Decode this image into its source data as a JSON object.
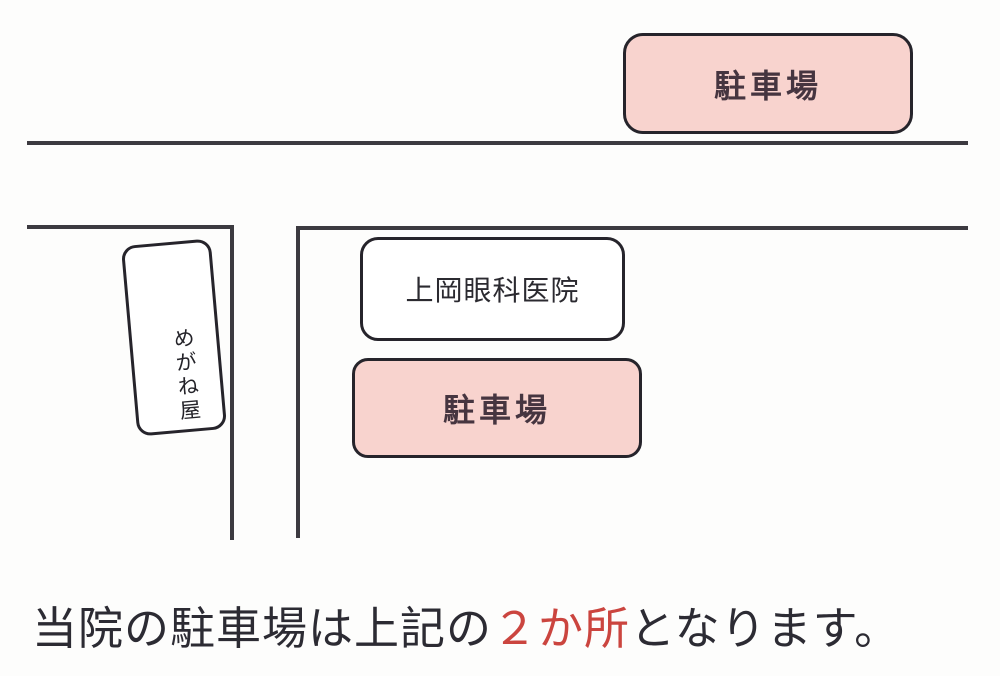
{
  "map": {
    "parking_top": {
      "label": "駐車場"
    },
    "clinic": {
      "label": "上岡眼科医院"
    },
    "glasses_shop": {
      "label": "めがね屋"
    },
    "parking_bottom": {
      "label": "駐車場"
    }
  },
  "caption": {
    "before": "当院の駐車場は上記の",
    "highlight": "２か所",
    "after": "となります。"
  },
  "colors": {
    "parking_fill": "#f8d3ce",
    "outline": "#26242b",
    "road_line": "#3c3a40",
    "caption_text": "#2c2b33",
    "highlight_red": "#cb453f",
    "background": "#fdfdfc"
  }
}
